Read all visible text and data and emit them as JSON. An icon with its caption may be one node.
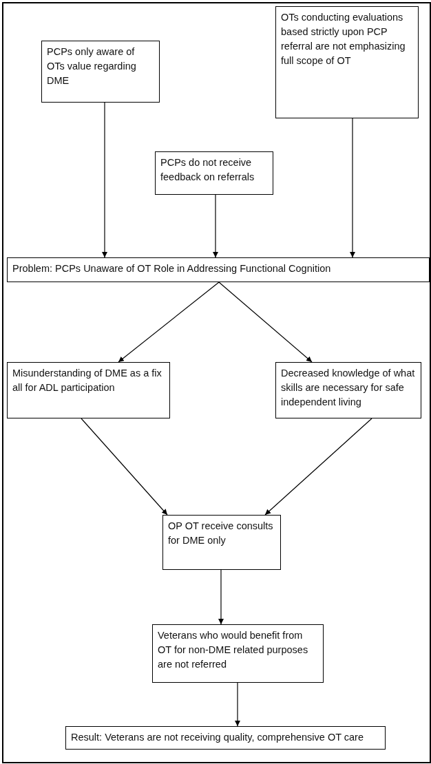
{
  "diagram": {
    "nodes": [
      {
        "text": [
          "PCPs only aware of OTs value regarding DME"
        ]
      },
      {
        "text": [
          "OTs conducting evaluations based strictly upon PCP referral are not emphasizing full scope of OT"
        ]
      },
      {
        "text": [
          "PCPs do not receive feedback on referrals"
        ]
      },
      {
        "text": [
          "Problem: PCPs Unaware of OT Role in Addressing Functional Cognition"
        ]
      },
      {
        "text": [
          "Misunderstanding of DME as a fix all for ADL participation"
        ]
      },
      {
        "text": [
          "Decreased knowledge of what skills are necessary for safe independent living"
        ]
      },
      {
        "text": [
          "OP OT receive consults for DME only"
        ]
      },
      {
        "text": [
          "Veterans who would benefit from OT for non-DME related purposes are not referred"
        ]
      },
      {
        "text": [
          "Result: Veterans are not receiving quality, comprehensive OT care"
        ]
      }
    ],
    "edges": [
      {
        "from": 0,
        "to": 3,
        "arrow": "to"
      },
      {
        "from": 2,
        "to": 3,
        "arrow": "to"
      },
      {
        "from": 1,
        "to": 3,
        "arrow": "to"
      },
      {
        "from": 3,
        "to": 4,
        "arrow": "to"
      },
      {
        "from": 3,
        "to": 5,
        "arrow": "to"
      },
      {
        "from": 4,
        "to": 6,
        "arrow": "to"
      },
      {
        "from": 5,
        "to": 6,
        "arrow": "to"
      },
      {
        "from": 6,
        "to": 7,
        "arrow": "to"
      },
      {
        "from": 7,
        "to": 8,
        "arrow": "to"
      }
    ]
  }
}
